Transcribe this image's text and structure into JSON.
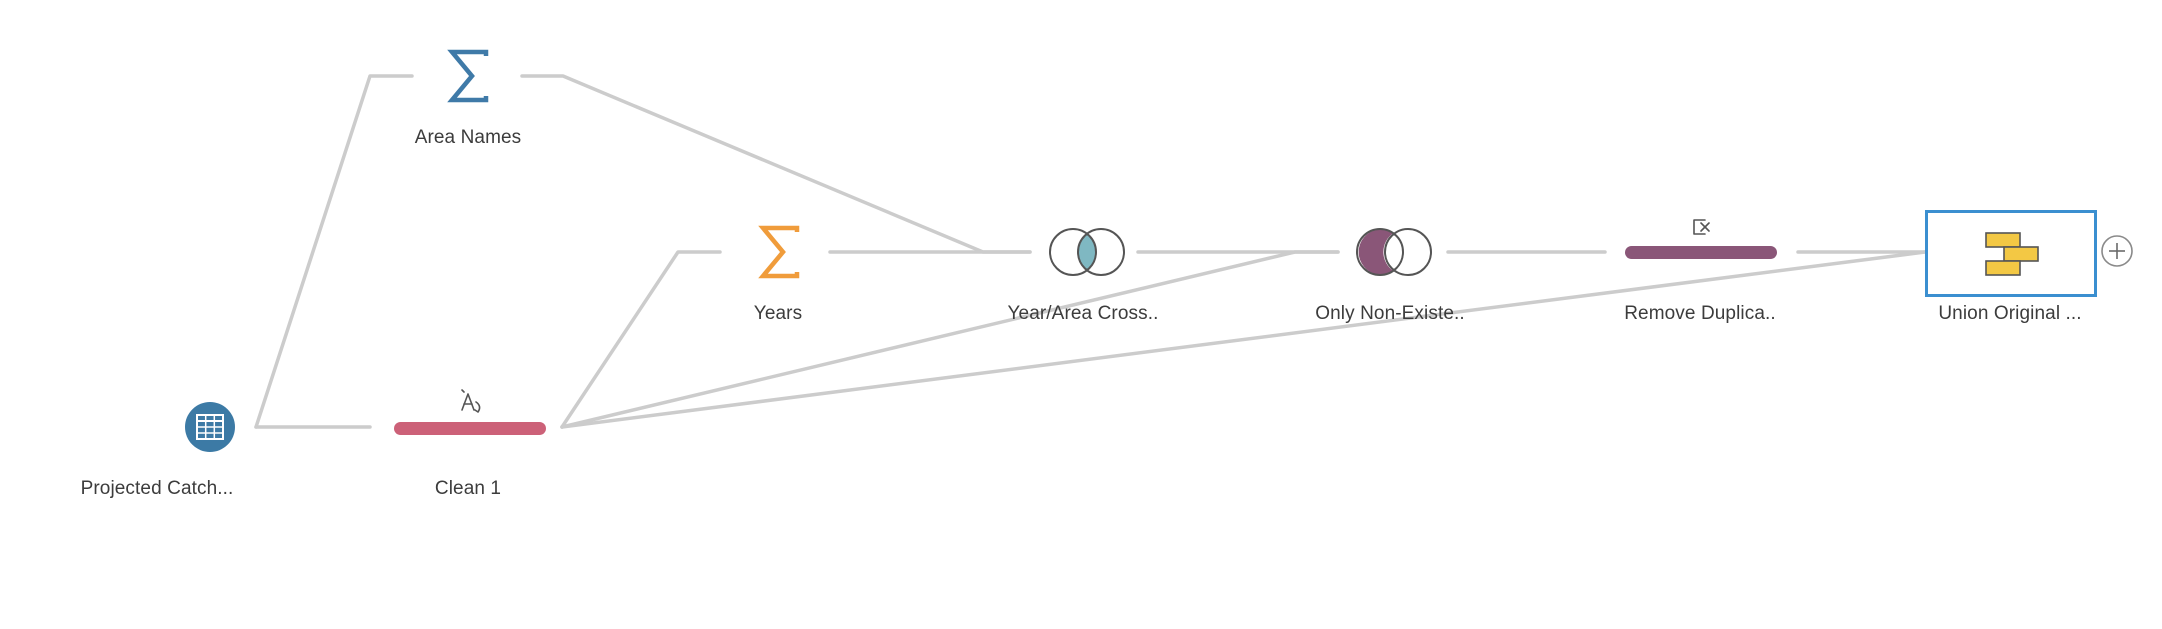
{
  "flow": {
    "nodes": [
      {
        "id": "input",
        "label": "Projected Catch...",
        "icon": "table-input-icon",
        "color": "#3c7aa5"
      },
      {
        "id": "clean1",
        "label": "Clean 1",
        "icon": "clean-step-icon",
        "color": "#cc6178"
      },
      {
        "id": "area_names",
        "label": "Area Names",
        "icon": "sigma-aggregate-icon",
        "color": "#3f7aa8"
      },
      {
        "id": "years",
        "label": "Years",
        "icon": "sigma-aggregate-icon",
        "color": "#f09c3b"
      },
      {
        "id": "join1",
        "label": "Year/Area Cross..",
        "icon": "inner-join-icon",
        "color": "#7fb8c2"
      },
      {
        "id": "join2",
        "label": "Only Non-Existe..",
        "icon": "left-only-join-icon",
        "color": "#8a5678"
      },
      {
        "id": "clean2",
        "label": "Remove Duplica..",
        "icon": "remove-field-clean-icon",
        "color": "#8a5678"
      },
      {
        "id": "union",
        "label": "Union Original ...",
        "icon": "union-icon",
        "color": "#f3c844"
      }
    ],
    "edge_color": "#cccccc",
    "selection_color": "#3b8fd0"
  }
}
